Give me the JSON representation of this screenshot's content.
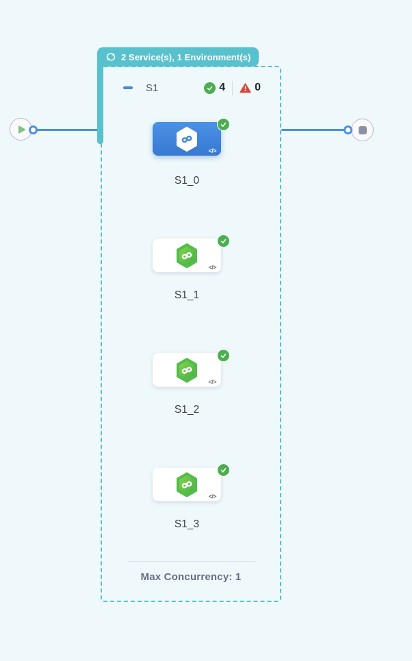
{
  "header": {
    "label": "2 Service(s), 1 Environment(s)"
  },
  "stage": {
    "name": "S1",
    "success_count": "4",
    "error_count": "0",
    "footer_label": "Max Concurrency: 1"
  },
  "nodes": [
    {
      "label": "S1_0",
      "state": "selected"
    },
    {
      "label": "S1_1",
      "state": "success"
    },
    {
      "label": "S1_2",
      "state": "success"
    },
    {
      "label": "S1_3",
      "state": "success"
    }
  ],
  "icons": {
    "code": "</>"
  },
  "colors": {
    "background": "#eff8fb",
    "teal": "#58c1ce",
    "link_blue": "#4a90e2",
    "selected_card_blue": "#3f87dc",
    "success_green": "#4bae4f",
    "hex_green_light": "#8bd54b",
    "hex_green_dark": "#3fae49",
    "error_red": "#d5483f",
    "terminal_border": "#b9b6d2",
    "stop_gray": "#8b90a2"
  }
}
